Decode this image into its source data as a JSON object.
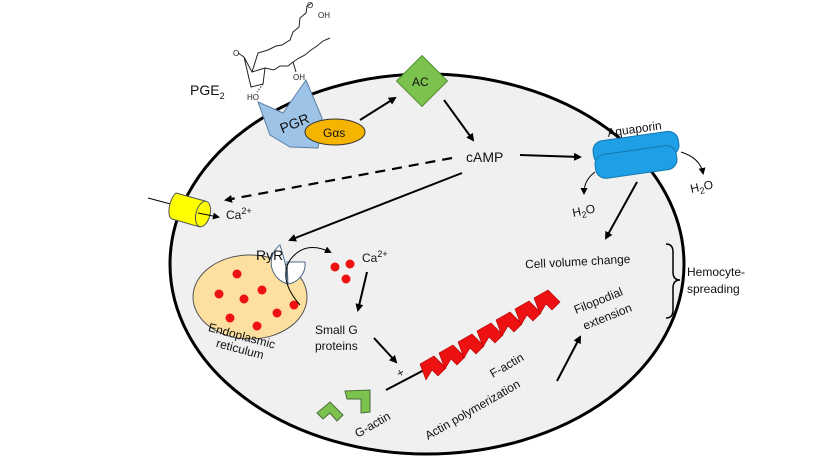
{
  "diagram": {
    "title": "PGE2 signaling in hemocyte spreading",
    "ligand": {
      "label": "PGE",
      "subscript": "2",
      "chem_labels": [
        "OH",
        "O",
        "HO",
        "OH"
      ]
    },
    "receptor": {
      "label": "PGR",
      "color": "#9dc3e6"
    },
    "g_protein": {
      "label": "Gαs",
      "color": "#f5b400"
    },
    "enzyme": {
      "label": "AC",
      "color": "#7cc24e"
    },
    "second_messenger": {
      "label": "cAMP"
    },
    "water_channel": {
      "label": "Aquaporin",
      "color": "#1fa0e6",
      "water_out": {
        "label": "H",
        "subscript": "2",
        "suffix": "O"
      },
      "water_in": {
        "label": "H",
        "subscript": "2",
        "suffix": "O"
      }
    },
    "calcium_channel": {
      "label": "Ca",
      "superscript": "2+",
      "color": "#ffff00"
    },
    "ryr": {
      "label": "RyR"
    },
    "er": {
      "label_line1": "Endoplasmic",
      "label_line2": "reticulum",
      "color": "#fde0a0"
    },
    "released_calcium": {
      "label": "Ca",
      "superscript": "2+",
      "dot_color": "#ee1111"
    },
    "small_g": {
      "label_line1": "Small G",
      "label_line2": "proteins"
    },
    "plus_sign": "+",
    "g_actin": {
      "label": "G-actin",
      "color": "#7cc24e"
    },
    "f_actin": {
      "label": "F-actin",
      "color": "#ee1111"
    },
    "actin_polymerization": {
      "label": "Actin polymerization"
    },
    "filopodial": {
      "label_line1": "Filopodial",
      "label_line2": "extension"
    },
    "cell_volume": {
      "label": "Cell volume change"
    },
    "outcome": {
      "label_line1": "Hemocyte-",
      "label_line2": "spreading"
    },
    "cell_color": "#f0f0f0"
  }
}
